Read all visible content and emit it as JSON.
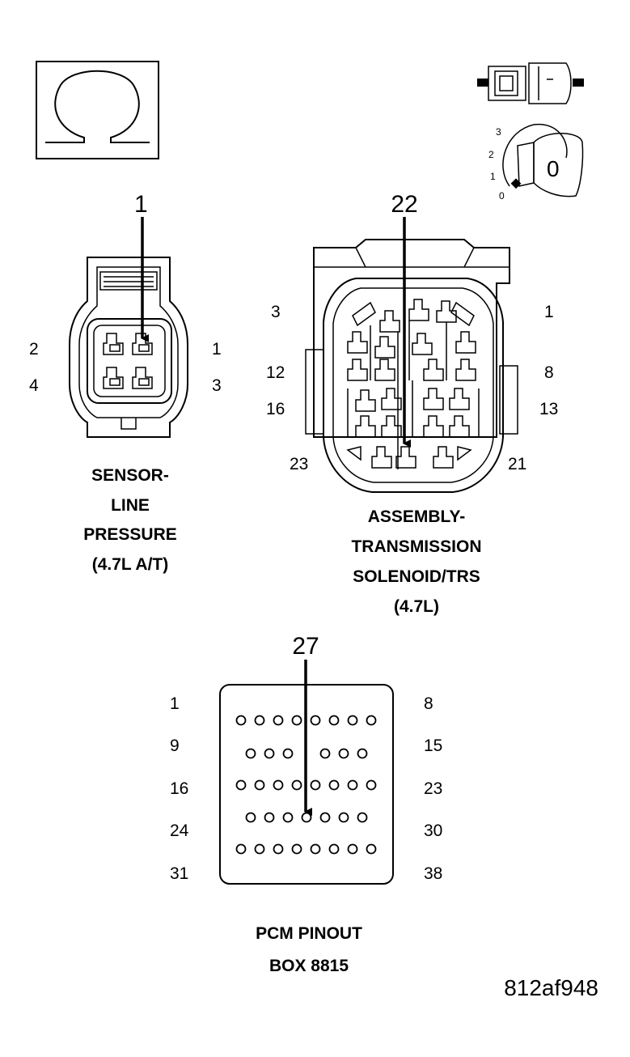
{
  "ohm_icon": {
    "icon": "ohm-icon"
  },
  "connector_icon": {
    "icon": "connector-plug-icon"
  },
  "ignition": {
    "icon": "ignition-key-icon",
    "positions": [
      "3",
      "2",
      "1",
      "0"
    ],
    "key_label": "0"
  },
  "sensor": {
    "callout": "1",
    "pins_left": [
      "2",
      "4"
    ],
    "pins_right": [
      "1",
      "3"
    ],
    "caption": [
      "SENSOR-",
      "LINE",
      "PRESSURE",
      "(4.7L A/T)"
    ]
  },
  "solenoid": {
    "callout": "22",
    "pins_left": [
      "3",
      "12",
      "16",
      "23"
    ],
    "pins_right": [
      "1",
      "8",
      "13",
      "21"
    ],
    "caption": [
      "ASSEMBLY-",
      "TRANSMISSION",
      "SOLENOID/TRS",
      "(4.7L)"
    ]
  },
  "pcm": {
    "callout": "27",
    "rows_left": [
      "1",
      "9",
      "16",
      "24",
      "31"
    ],
    "rows_right": [
      "8",
      "15",
      "23",
      "30",
      "38"
    ],
    "caption": [
      "PCM PINOUT",
      "BOX 8815"
    ]
  },
  "figure_code": "812af948"
}
